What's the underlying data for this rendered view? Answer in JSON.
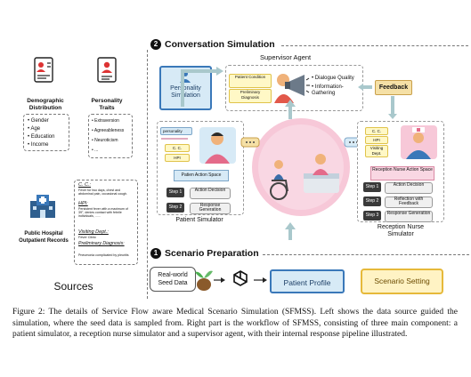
{
  "sources": {
    "title": "Sources",
    "demographic": {
      "heading": "Demographic Distribution",
      "items": [
        "Gender",
        "Age",
        "Education",
        "Income"
      ]
    },
    "personality": {
      "heading": "Personality Traits",
      "items": [
        "Extraversion",
        "Agreeableness",
        "Neuroticism",
        "..."
      ]
    },
    "records": {
      "heading": "Public Hospital Outpatient Records"
    },
    "record_card": {
      "cc_label": "C. C.:",
      "cc_text": "Fever for two days, chest and abdominal pain, occasional cough.",
      "hpi_label": "HPI:",
      "hpi_text": "Persistent fever with a maximum of 39°, denies contact with febrile individuals, ......",
      "dept_label": "Visiting Dept.:",
      "dept_text": "Fever Clinic",
      "dx_label": "Preliminary Diagnosis:",
      "dx_text": "Pneumonia complicated by pleuritis"
    }
  },
  "conversation": {
    "number": "2",
    "title": "Conversation Simulation",
    "supervisor_title": "Supervisor Agent",
    "supervisor_chips": [
      "Patient Condition",
      "Preliminary Diagnosis"
    ],
    "supervisor_bullets": [
      "Dialogue Quality",
      "Information-Gathering"
    ],
    "feedback": "Feedback",
    "personality_sim": "Personality Simulation",
    "patient": {
      "chips": [
        "personality",
        "C. C.",
        "HPI"
      ],
      "action_space": "Patien Action Space",
      "steps": [
        {
          "label": "Step 1",
          "text": "Action Decision"
        },
        {
          "label": "Step 2",
          "text": "Response Generation"
        }
      ],
      "name": "Patient Simulator"
    },
    "nurse": {
      "chips": [
        "C. C.",
        "HPI",
        "Visiting Dept."
      ],
      "action_space": "Reception Nurse Action Space",
      "steps": [
        {
          "label": "Step 1",
          "text": "Action Decision"
        },
        {
          "label": "Step 2",
          "text": "Reflection with Feedback"
        },
        {
          "label": "Step 3",
          "text": "Response Generation"
        }
      ],
      "name": "Reception Nurse Simulator"
    }
  },
  "preparation": {
    "number": "1",
    "title": "Scenario Preparation",
    "seed": "Real-world Seed Data",
    "patient_profile": "Patient Profile",
    "scenario_setting": "Scenario Setting"
  },
  "caption": "Figure 2: The details of Service Flow aware Medical Scenario Simulation (SFMSS). Left shows the data source guided the simulation, where the seed data is sampled from. Right part is the workflow of SFMSS, consisting of three main component: a patient simulator, a reception nurse simulator and a supervisor agent, with their internal response pipeline illustrated.",
  "colors": {
    "accent_blue": "#3a78b9",
    "profile_bg": "#d7eaf6",
    "setting_bg": "#fff3c4",
    "setting_border": "#e6b93a",
    "arrow": "#a9c8cc",
    "pink": "#f7c8d8"
  }
}
